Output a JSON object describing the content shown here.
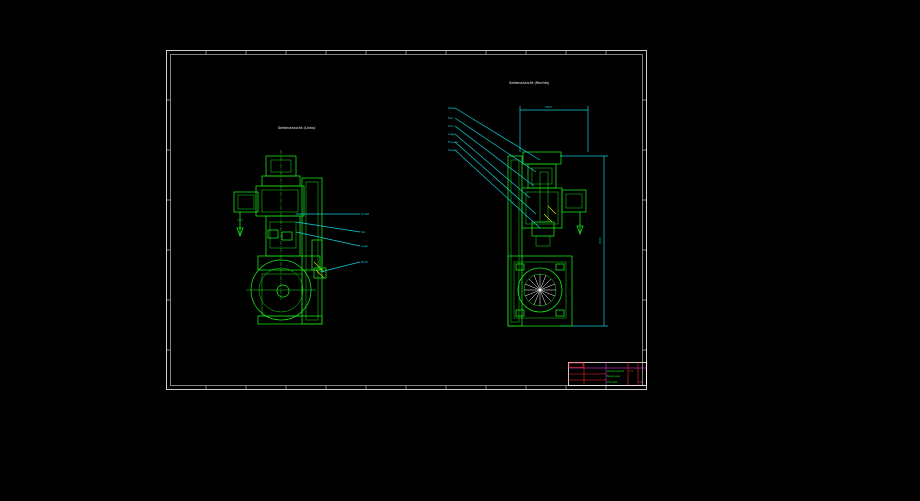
{
  "drawing": {
    "left_view_title": "Seitenansicht  (Links)",
    "right_view_title": "Seitenansicht  (Rechts)",
    "left_callouts": [
      "Schaft",
      "Teil",
      "Lager",
      "Motor"
    ],
    "right_callouts": [
      "Welle",
      "Nut",
      "Schr",
      "Lager",
      "Flansch",
      "Deckel"
    ],
    "dim_top": "2300",
    "dim_side": "2100",
    "title_block": {
      "line1": "Werkzeugkopf",
      "line2": "Baugruppe",
      "drawing_no": "ZTG-001",
      "scale": "1:5",
      "sheet": "A3"
    }
  },
  "colors": {
    "background": "#000000",
    "frame": "#ffffff",
    "geometry": "#16e016",
    "dimensions": "#10d0d8",
    "hatch": "#e8e800",
    "title_block_accent": "#ff2a2a"
  }
}
